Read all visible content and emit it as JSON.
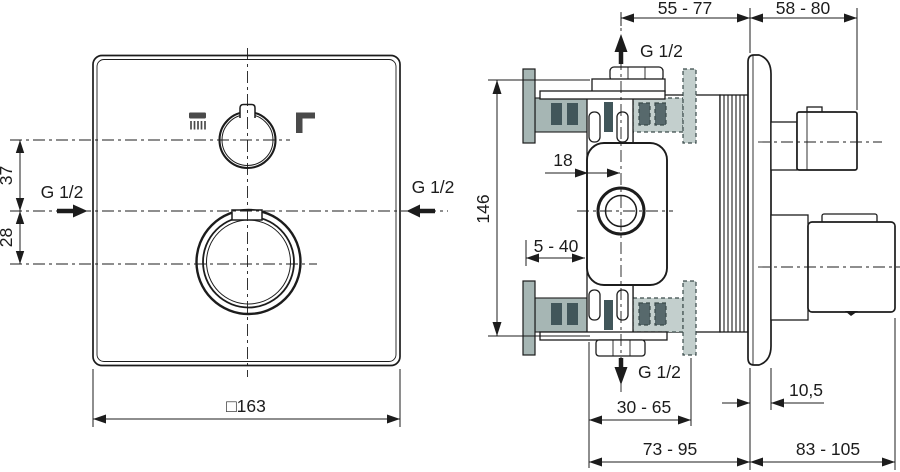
{
  "colors": {
    "line": "#1c1c1c",
    "wall_solid": "#a6b6b4",
    "wall_dashed_fill": "#c3cfcd",
    "slot_dark": "#41565a",
    "slot_dark_dashed": "#57696c",
    "icon_gray": "#4a4a4a",
    "background": "#ffffff"
  },
  "front_view": {
    "labels": {
      "dim_upper": "37",
      "dim_lower": "28",
      "inlet_left": "G 1/2",
      "inlet_right": "G 1/2",
      "dim_width": "□163"
    },
    "icons": {
      "left": "hand-shower",
      "right": "bath-spout"
    }
  },
  "side_view": {
    "labels": {
      "dim_rough_in": "55 - 77",
      "dim_trim_depth": "58 - 80",
      "outlet_top": "G 1/2",
      "outlet_bottom": "G 1/2",
      "dim_center_offset": "18",
      "dim_body_height": "146",
      "dim_wall_min_max": "5 - 40",
      "dim_cover_plate": "10,5",
      "dim_rough_total": "30 - 65",
      "dim_depth_total_valve": "73 - 95",
      "dim_depth_total_trim": "83 - 105"
    }
  }
}
